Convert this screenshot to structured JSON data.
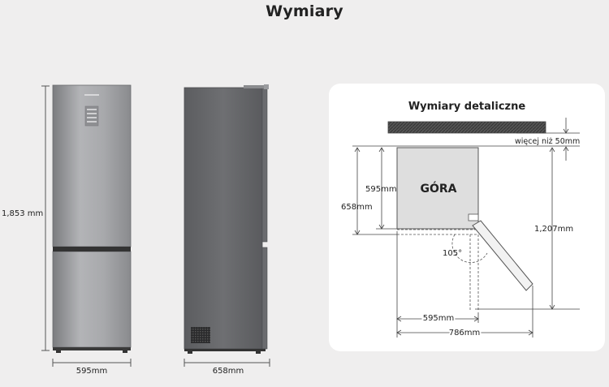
{
  "title": "Wymiary",
  "front": {
    "height_label": "1,853 mm",
    "width_label": "595mm"
  },
  "side": {
    "depth_label": "658mm"
  },
  "detail": {
    "heading": "Wymiary detaliczne",
    "clearance_label": "więcej niż 50mm",
    "top_label": "GÓRA",
    "depth_inner_label": "595mm",
    "depth_outer_label": "658mm",
    "open_depth_label": "1,207mm",
    "angle_label": "105°",
    "width_label": "595mm",
    "open_width_label": "786mm"
  },
  "colors": {
    "background": "#efeeee",
    "panel": "#ffffff",
    "steel_light": "#b5b6b8",
    "steel_dark": "#6d6e71",
    "top_fill": "#dedede",
    "wall": "#4a4a4a"
  }
}
